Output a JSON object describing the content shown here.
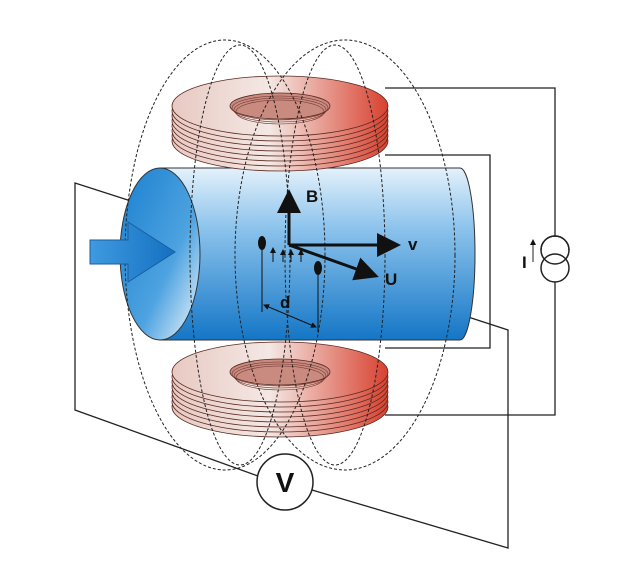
{
  "labels": {
    "magnetic_field": "B",
    "velocity": "v",
    "induced_voltage": "U",
    "electrode_distance": "d",
    "current": "I",
    "voltmeter": "V"
  },
  "colors": {
    "pipe_light": "#d8ecfa",
    "pipe_dark": "#1a7fcf",
    "coil_light": "#f3e4e0",
    "coil_dark": "#d84a3a",
    "flow_arrow": "#1a7fcf"
  }
}
